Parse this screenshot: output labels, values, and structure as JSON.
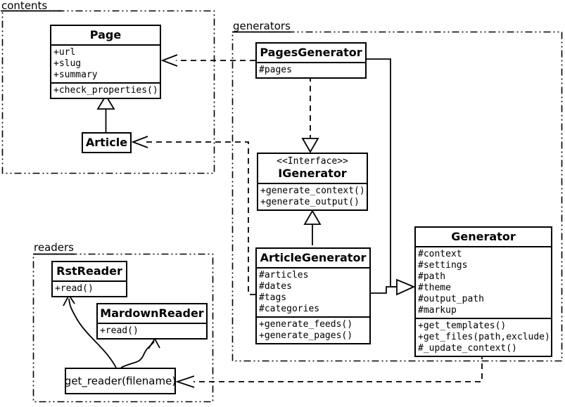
{
  "diagram_title": "Pelican-style static site generator UML class diagram",
  "colors": {
    "background": "#ffffff",
    "stroke": "#000000",
    "box_fill": "#ffffff",
    "text": "#000000"
  },
  "packages": [
    {
      "label": "contents"
    },
    {
      "label": "generators"
    },
    {
      "label": "readers"
    }
  ],
  "classes": [
    {
      "title": "Page",
      "stereotype": "",
      "attributes": [
        "+url",
        "+slug",
        "+summary"
      ],
      "methods": [
        "+check_properties()"
      ]
    },
    {
      "title": "Article",
      "stereotype": "",
      "attributes": [],
      "methods": []
    },
    {
      "title": "PagesGenerator",
      "stereotype": "",
      "attributes": [
        "#pages"
      ],
      "methods": []
    },
    {
      "title": "IGenerator",
      "stereotype": "<<Interface>>",
      "attributes": [],
      "methods": [
        "+generate_context()",
        "+generate_output()"
      ]
    },
    {
      "title": "ArticleGenerator",
      "stereotype": "",
      "attributes": [
        "#articles",
        "#dates",
        "#tags",
        "#categories"
      ],
      "methods": [
        "+generate_feeds()",
        "+generate_pages()"
      ]
    },
    {
      "title": "Generator",
      "stereotype": "",
      "attributes": [
        "#context",
        "#settings",
        "#path",
        "#theme",
        "#output_path",
        "#markup"
      ],
      "methods": [
        "+get_templates()",
        "+get_files(path,exclude)",
        "#_update_context()"
      ]
    },
    {
      "title": "RstReader",
      "stereotype": "",
      "attributes": [],
      "methods": [
        "+read()"
      ]
    },
    {
      "title": "MardownReader",
      "stereotype": "",
      "attributes": [],
      "methods": [
        "+read()"
      ]
    }
  ],
  "nodes": [
    {
      "label": "get_reader(filename)"
    }
  ],
  "relationships": [
    {
      "from": "Article",
      "to": "Page",
      "type": "generalization-solid-hollow-triangle"
    },
    {
      "from": "PagesGenerator",
      "to": "Page",
      "type": "dependency-dashed-open-arrow"
    },
    {
      "from": "ArticleGenerator",
      "to": "Article",
      "type": "dependency-dashed-open-arrow"
    },
    {
      "from": "PagesGenerator",
      "to": "IGenerator",
      "type": "realization-dashed-hollow-triangle"
    },
    {
      "from": "ArticleGenerator",
      "to": "IGenerator",
      "type": "generalization-solid-hollow-triangle"
    },
    {
      "from": "PagesGenerator",
      "to": "Generator",
      "type": "generalization-solid-hollow-triangle"
    },
    {
      "from": "ArticleGenerator",
      "to": "Generator",
      "type": "generalization-solid-hollow-triangle"
    },
    {
      "from": "Generator",
      "to": "get_reader(filename)",
      "type": "dependency-dashed-open-arrow"
    },
    {
      "from": "get_reader(filename)",
      "to": "RstReader",
      "type": "curved-open-arrow"
    },
    {
      "from": "get_reader(filename)",
      "to": "MardownReader",
      "type": "curved-open-arrow"
    }
  ]
}
